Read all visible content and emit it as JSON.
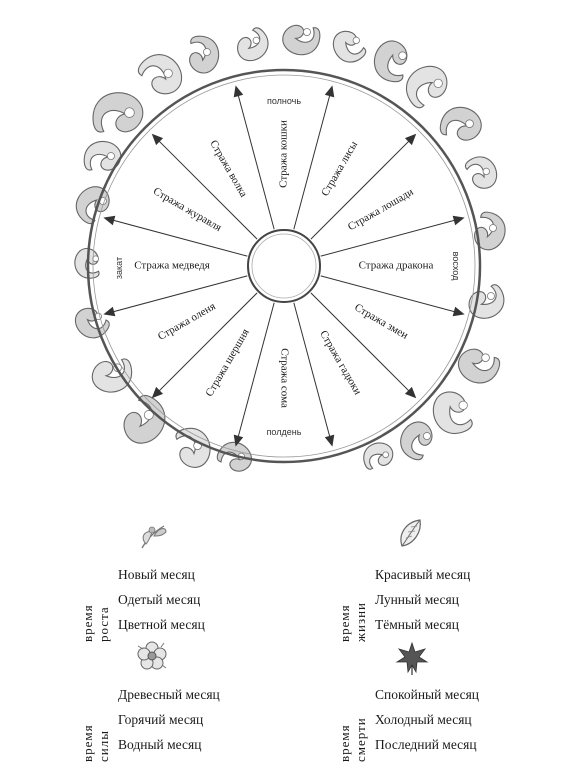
{
  "wheel": {
    "directions": {
      "north": "полночь",
      "south": "полдень",
      "west": "закат",
      "east": "восход"
    },
    "watches": [
      "Стража кошки",
      "Стража лисы",
      "Стража лошади",
      "Стража дракона",
      "Стража змеи",
      "Стража гадюки",
      "Стража сома",
      "Стража шершня",
      "Стража оленя",
      "Стража медведя",
      "Стража журавля",
      "Стража волка"
    ]
  },
  "seasons": [
    {
      "title_line1": "время",
      "title_line2": "роста",
      "icon": "sprout-icon",
      "months": [
        "Новый месяц",
        "Одетый месяц",
        "Цветной месяц"
      ]
    },
    {
      "title_line1": "время",
      "title_line2": "жизни",
      "icon": "leaf-icon",
      "months": [
        "Красивый месяц",
        "Лунный месяц",
        "Тёмный месяц"
      ]
    },
    {
      "title_line1": "время",
      "title_line2": "силы",
      "icon": "flower-icon",
      "months": [
        "Древесный месяц",
        "Горячий месяц",
        "Водный месяц"
      ]
    },
    {
      "title_line1": "время",
      "title_line2": "смерти",
      "icon": "maple-leaf-icon",
      "months": [
        "Спокойный месяц",
        "Холодный месяц",
        "Последний месяц"
      ]
    }
  ]
}
